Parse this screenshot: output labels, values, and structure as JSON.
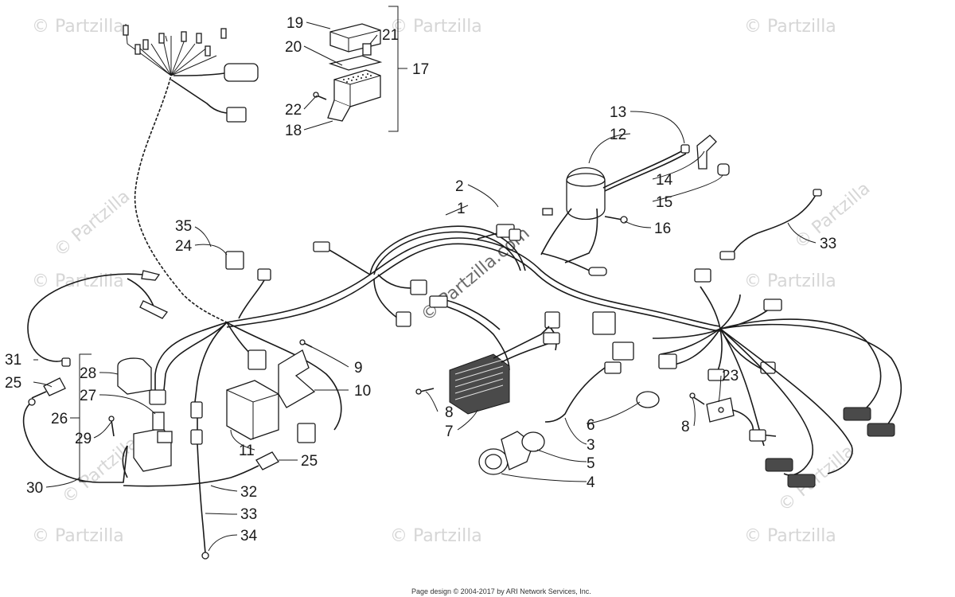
{
  "watermark": {
    "text": "© Partzilla",
    "main_text": "© Partzilla.com"
  },
  "footer": {
    "text": "Page design © 2004-2017 by ARI Network Services, Inc."
  },
  "callouts": {
    "c1": "1",
    "c2": "2",
    "c3": "3",
    "c4": "4",
    "c5": "5",
    "c6": "6",
    "c7": "7",
    "c8a": "8",
    "c8b": "8",
    "c9": "9",
    "c10": "10",
    "c11": "11",
    "c12": "12",
    "c13": "13",
    "c14": "14",
    "c15": "15",
    "c16": "16",
    "c17": "17",
    "c18": "18",
    "c19": "19",
    "c20": "20",
    "c21": "21",
    "c22": "22",
    "c23": "23",
    "c24": "24",
    "c25a": "25",
    "c25b": "25",
    "c26": "26",
    "c27": "27",
    "c28": "28",
    "c29": "29",
    "c30": "30",
    "c31": "31",
    "c32": "32",
    "c33a": "33",
    "c33b": "33",
    "c34": "34",
    "c35": "35"
  }
}
